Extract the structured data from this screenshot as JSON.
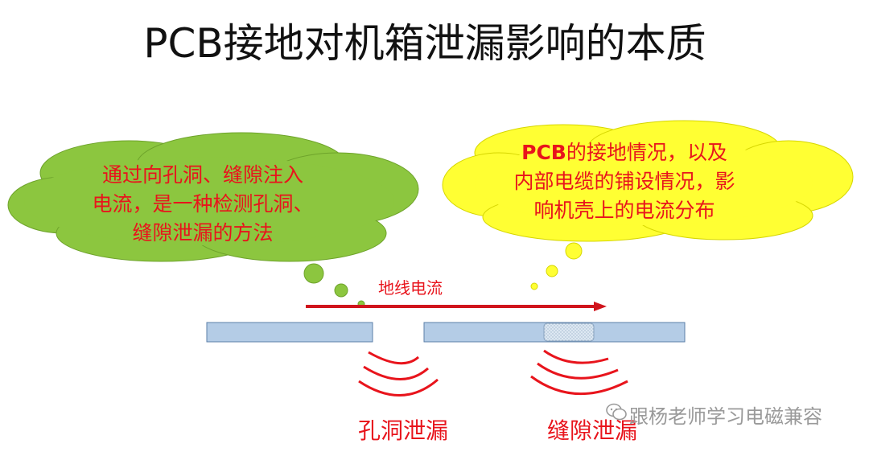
{
  "title": "PCB接地对机箱泄漏影响的本质",
  "green_cloud": {
    "lines": [
      "通过向孔洞、缝隙注入",
      "电流，是一种检测孔洞、",
      "缝隙泄漏的方法"
    ],
    "color": "#8cc63f"
  },
  "yellow_cloud": {
    "line1_prefix": "PCB",
    "line1_rest": "的接地情况，以及",
    "line2": "内部电缆的铺设情况，影",
    "line3": "响机壳上的电流分布",
    "color": "#ffff33"
  },
  "ground_current_label": "地线电流",
  "hole_leak_label": "孔洞泄漏",
  "slot_leak_label": "缝隙泄漏",
  "watermark": "跟杨老师学习电磁兼容",
  "colors": {
    "text_red": "#e8141c",
    "plate": "#b4cce6",
    "plate_border": "#5b7fa8",
    "arrow": "#d0141c"
  }
}
